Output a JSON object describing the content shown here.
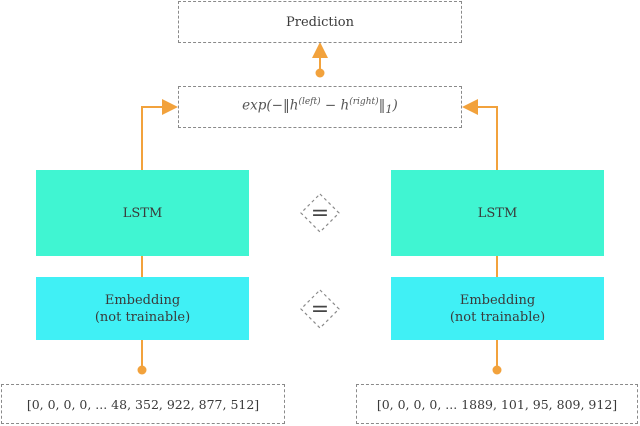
{
  "prediction": {
    "label": "Prediction"
  },
  "distance": {
    "formula_prefix": "exp(−‖h",
    "left_sup": "(left)",
    "minus": " − h",
    "right_sup": "(right)",
    "suffix": "‖",
    "norm_sub": "1",
    "close": ")"
  },
  "left_branch": {
    "lstm_label": "LSTM",
    "embedding_line1": "Embedding",
    "embedding_line2": "(not trainable)",
    "input": "[0, 0, 0, 0, ... 48, 352, 922, 877, 512]"
  },
  "right_branch": {
    "lstm_label": "LSTM",
    "embedding_line1": "Embedding",
    "embedding_line2": "(not trainable)",
    "input": "[0, 0, 0, 0, ... 1889, 101, 95, 809, 912]"
  },
  "equals_symbols": [
    "=",
    "="
  ],
  "colors": {
    "connector": "#f2a23c",
    "lstm": "#40f5d2",
    "embedding": "#40f0f5",
    "dashed_border": "#8a8a8a"
  }
}
